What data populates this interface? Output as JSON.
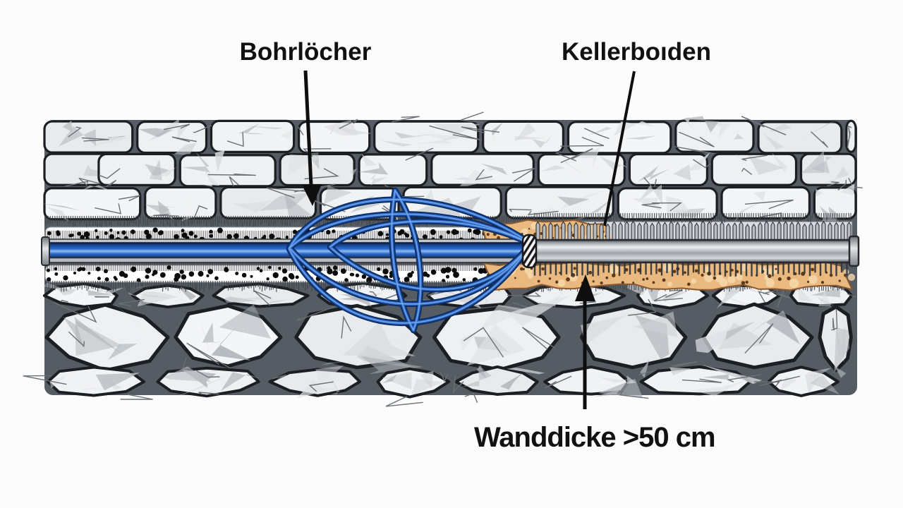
{
  "labels": {
    "bohrloecher": "Bohrlöcher",
    "kellerboden": "Kellerboıden",
    "wanddicke": "Wanddicke >50 cm"
  },
  "colors": {
    "background": "#fcfcfc",
    "ink": "#111111",
    "stone_fill": "#f2f3f4",
    "stone_outline": "#1b1e22",
    "mortar": "#5a6068",
    "stipple_dot": "#0b0b0b",
    "hatch": "#3c4146",
    "blue_pipe_mid": "#2a63c4",
    "blue_pipe_dark": "#0c2b5e",
    "blue_pipe_highlight": "#8fbcf2",
    "steel_light": "#eef0f2",
    "steel_mid": "#9fa4aa",
    "steel_dark": "#4a4e53",
    "grout_orange": "#eab97f",
    "grout_orange_light": "#f6d9ae",
    "grout_dot": "#5f3a1a",
    "grout_edge": "#8a5a30"
  }
}
